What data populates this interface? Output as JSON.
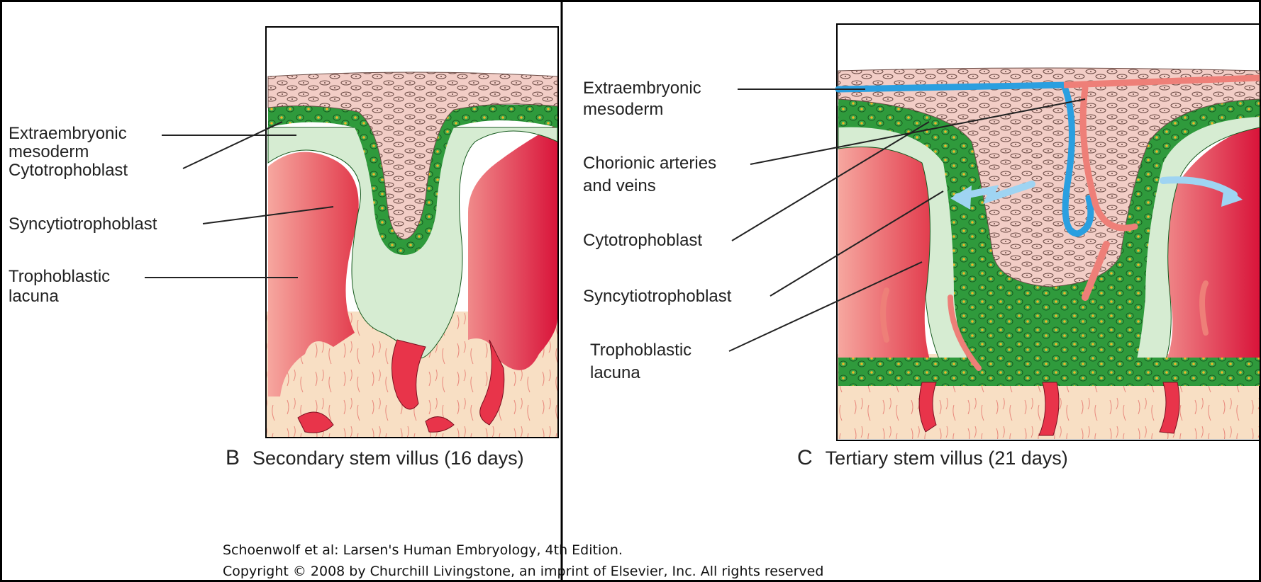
{
  "panel_b": {
    "letter": "B",
    "caption": "Secondary stem villus (16 days)",
    "labels": {
      "extraembryonic_mesoderm_1": "Extraembryonic",
      "extraembryonic_mesoderm_2": "mesoderm",
      "cytotrophoblast": "Cytotrophoblast",
      "syncytiotrophoblast": "Syncytiotrophoblast",
      "trophoblastic_lacuna_1": "Trophoblastic",
      "trophoblastic_lacuna_2": "lacuna"
    }
  },
  "panel_c": {
    "letter": "C",
    "caption": "Tertiary stem villus (21 days)",
    "labels": {
      "extraembryonic_mesoderm_1": "Extraembryonic",
      "extraembryonic_mesoderm_2": "mesoderm",
      "chorionic_vessels_1": "Chorionic arteries",
      "chorionic_vessels_2": "and veins",
      "cytotrophoblast": "Cytotrophoblast",
      "syncytiotrophoblast": "Syncytiotrophoblast",
      "trophoblastic_lacuna_1": "Trophoblastic",
      "trophoblastic_lacuna_2": "lacuna"
    }
  },
  "credit": {
    "line1": "Schoenwolf et al: Larsen's Human Embryology, 4th Edition.",
    "line2": "Copyright © 2008 by Churchill Livingstone, an imprint of Elsevier, Inc. All rights reserved"
  },
  "colors": {
    "mesoderm": "#f2cdc6",
    "cytotrophoblast": "#2f9a3c",
    "syncytiotrophoblast": "#d6ecd2",
    "lacuna": "#e8344a",
    "decidua": "#f8dfc4",
    "vein": "#2a9fe0",
    "artery": "#ee7f78"
  }
}
